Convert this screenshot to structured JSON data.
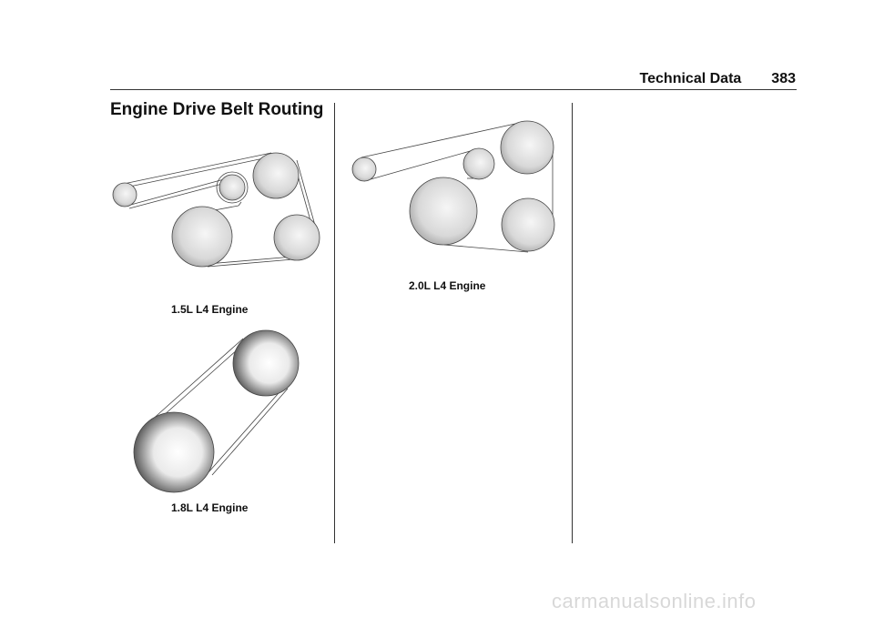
{
  "header": {
    "section": "Technical Data",
    "page_number": "383"
  },
  "title": "Engine Drive Belt Routing",
  "diagrams": {
    "engine_15": {
      "caption": "1.5L L4 Engine"
    },
    "engine_18": {
      "caption": "1.8L L4 Engine"
    },
    "engine_20": {
      "caption": "2.0L L4 Engine"
    }
  },
  "watermark": "carmanualsonline.info",
  "colors": {
    "pulley_light": "#f4f4f4",
    "pulley_mid": "#cfcfcf",
    "pulley_dark": "#555555",
    "belt": "#444444"
  }
}
